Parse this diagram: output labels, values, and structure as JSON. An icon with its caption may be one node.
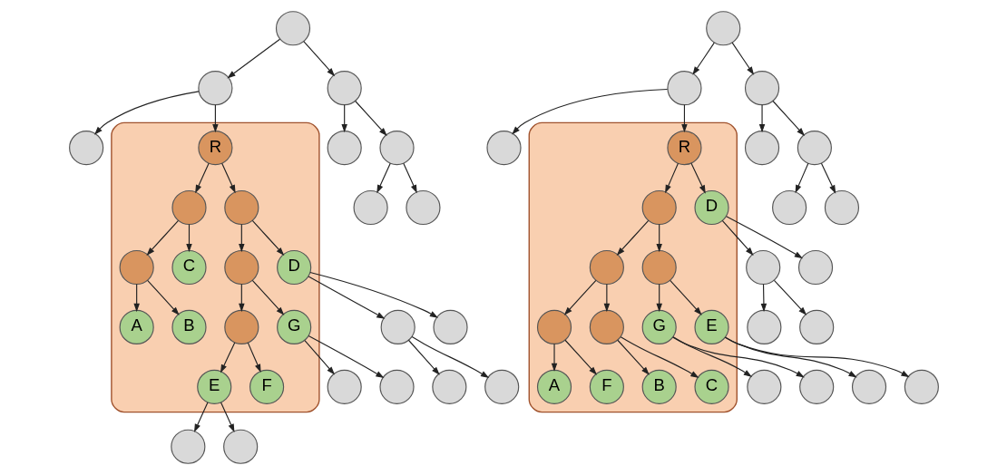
{
  "diagram": {
    "nodes": [
      {
        "text": [],
        "shape": "circle"
      },
      {
        "text": [],
        "shape": "circle"
      },
      {
        "text": [],
        "shape": "circle"
      },
      {
        "text": [],
        "shape": "circle"
      },
      {
        "text": [],
        "shape": "blob"
      },
      {
        "text": [
          "R"
        ],
        "in": 4
      },
      {
        "text": [],
        "shape": "circle"
      },
      {
        "text": [],
        "shape": "circle"
      },
      {
        "text": [],
        "shape": "circle",
        "in": 4
      },
      {
        "text": [],
        "shape": "circle",
        "in": 4
      },
      {
        "text": [],
        "shape": "circle"
      },
      {
        "text": [],
        "shape": "circle"
      },
      {
        "text": [],
        "shape": "circle",
        "in": 4
      },
      {
        "text": [
          "C"
        ],
        "in": 4
      },
      {
        "text": [
          "D"
        ],
        "in": 4
      },
      {
        "text": [],
        "shape": "circle",
        "in": 4
      },
      {
        "text": [
          "A"
        ],
        "in": 4
      },
      {
        "text": [
          "B"
        ],
        "in": 4
      },
      {
        "text": [],
        "shape": "circle"
      },
      {
        "text": [],
        "shape": "circle"
      },
      {
        "text": [],
        "shape": "circle",
        "in": 4
      },
      {
        "text": [
          "G"
        ],
        "in": 4
      },
      {
        "text": [],
        "shape": "circle"
      },
      {
        "text": [],
        "shape": "circle"
      },
      {
        "text": [
          "E"
        ],
        "in": 4
      },
      {
        "text": [
          "F"
        ],
        "in": 4
      },
      {
        "text": [],
        "shape": "circle"
      },
      {
        "text": [],
        "shape": "circle"
      },
      {
        "text": [],
        "shape": "circle"
      },
      {
        "text": [],
        "shape": "circle"
      },
      {
        "text": [],
        "shape": "circle"
      },
      {
        "text": [],
        "shape": "circle"
      },
      {
        "text": [],
        "shape": "circle"
      },
      {
        "text": [],
        "shape": "circle"
      },
      {
        "text": [],
        "shape": "blob"
      },
      {
        "text": [
          "R"
        ],
        "in": 34
      },
      {
        "text": [],
        "shape": "circle"
      },
      {
        "text": [],
        "shape": "circle"
      },
      {
        "text": [
          "D"
        ],
        "in": 34
      },
      {
        "text": [],
        "shape": "circle",
        "in": 34
      },
      {
        "text": [],
        "shape": "circle"
      },
      {
        "text": [],
        "shape": "circle"
      },
      {
        "text": [],
        "shape": "circle"
      },
      {
        "text": [],
        "shape": "circle"
      },
      {
        "text": [],
        "shape": "circle",
        "in": 34
      },
      {
        "text": [],
        "shape": "circle",
        "in": 34
      },
      {
        "text": [],
        "shape": "circle"
      },
      {
        "text": [],
        "shape": "circle"
      },
      {
        "text": [],
        "shape": "circle",
        "in": 34
      },
      {
        "text": [],
        "shape": "circle",
        "in": 34
      },
      {
        "text": [
          "G"
        ],
        "in": 34
      },
      {
        "text": [
          "E"
        ],
        "in": 34
      },
      {
        "text": [
          "A"
        ],
        "in": 34
      },
      {
        "text": [
          "F"
        ],
        "in": 34
      },
      {
        "text": [
          "B"
        ],
        "in": 34
      },
      {
        "text": [
          "C"
        ],
        "in": 34
      },
      {
        "text": [],
        "shape": "circle"
      },
      {
        "text": [],
        "shape": "circle"
      },
      {
        "text": [],
        "shape": "circle"
      },
      {
        "text": [],
        "shape": "circle"
      }
    ],
    "edges": [
      {
        "from": 0,
        "to": 1,
        "arrow": "to"
      },
      {
        "from": 0,
        "to": 2,
        "arrow": "to"
      },
      {
        "from": 1,
        "to": 3,
        "arrow": "to"
      },
      {
        "from": 1,
        "to": 5,
        "arrow": "to"
      },
      {
        "from": 2,
        "to": 6,
        "arrow": "to"
      },
      {
        "from": 2,
        "to": 7,
        "arrow": "to"
      },
      {
        "from": 7,
        "to": 10,
        "arrow": "to"
      },
      {
        "from": 7,
        "to": 11,
        "arrow": "to"
      },
      {
        "from": 5,
        "to": 8,
        "arrow": "to"
      },
      {
        "from": 5,
        "to": 9,
        "arrow": "to"
      },
      {
        "from": 8,
        "to": 12,
        "arrow": "to"
      },
      {
        "from": 8,
        "to": 13,
        "arrow": "to"
      },
      {
        "from": 12,
        "to": 16,
        "arrow": "to"
      },
      {
        "from": 12,
        "to": 17,
        "arrow": "to"
      },
      {
        "from": 9,
        "to": 14,
        "arrow": "to"
      },
      {
        "from": 9,
        "to": 15,
        "arrow": "to"
      },
      {
        "from": 14,
        "to": 18,
        "arrow": "to"
      },
      {
        "from": 14,
        "to": 19,
        "arrow": "to"
      },
      {
        "from": 18,
        "to": 22,
        "arrow": "to"
      },
      {
        "from": 18,
        "to": 23,
        "arrow": "to"
      },
      {
        "from": 15,
        "to": 20,
        "arrow": "to"
      },
      {
        "from": 15,
        "to": 21,
        "arrow": "to"
      },
      {
        "from": 20,
        "to": 24,
        "arrow": "to"
      },
      {
        "from": 20,
        "to": 25,
        "arrow": "to"
      },
      {
        "from": 21,
        "to": 26,
        "arrow": "to"
      },
      {
        "from": 21,
        "to": 27,
        "arrow": "to"
      },
      {
        "from": 24,
        "to": 28,
        "arrow": "to"
      },
      {
        "from": 24,
        "to": 29,
        "arrow": "to"
      },
      {
        "from": 30,
        "to": 31,
        "arrow": "to"
      },
      {
        "from": 30,
        "to": 32,
        "arrow": "to"
      },
      {
        "from": 31,
        "to": 33,
        "arrow": "to"
      },
      {
        "from": 31,
        "to": 35,
        "arrow": "to"
      },
      {
        "from": 32,
        "to": 36,
        "arrow": "to"
      },
      {
        "from": 32,
        "to": 37,
        "arrow": "to"
      },
      {
        "from": 37,
        "to": 40,
        "arrow": "to"
      },
      {
        "from": 37,
        "to": 41,
        "arrow": "to"
      },
      {
        "from": 35,
        "to": 38,
        "arrow": "to"
      },
      {
        "from": 35,
        "to": 39,
        "arrow": "to"
      },
      {
        "from": 38,
        "to": 42,
        "arrow": "to"
      },
      {
        "from": 38,
        "to": 43,
        "arrow": "to"
      },
      {
        "from": 42,
        "to": 46,
        "arrow": "to"
      },
      {
        "from": 42,
        "to": 47,
        "arrow": "to"
      },
      {
        "from": 39,
        "to": 44,
        "arrow": "to"
      },
      {
        "from": 39,
        "to": 45,
        "arrow": "to"
      },
      {
        "from": 44,
        "to": 48,
        "arrow": "to"
      },
      {
        "from": 44,
        "to": 49,
        "arrow": "to"
      },
      {
        "from": 48,
        "to": 52,
        "arrow": "to"
      },
      {
        "from": 48,
        "to": 53,
        "arrow": "to"
      },
      {
        "from": 49,
        "to": 54,
        "arrow": "to"
      },
      {
        "from": 49,
        "to": 55,
        "arrow": "to"
      },
      {
        "from": 45,
        "to": 50,
        "arrow": "to"
      },
      {
        "from": 45,
        "to": 51,
        "arrow": "to"
      },
      {
        "from": 50,
        "to": 56,
        "arrow": "to"
      },
      {
        "from": 50,
        "to": 57,
        "arrow": "to"
      },
      {
        "from": 51,
        "to": 58,
        "arrow": "to"
      },
      {
        "from": 51,
        "to": 59,
        "arrow": "to"
      }
    ]
  }
}
